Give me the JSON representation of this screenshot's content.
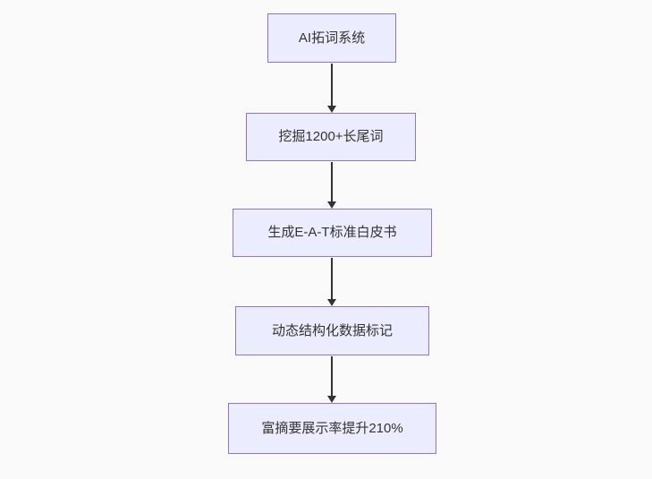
{
  "diagram": {
    "type": "flowchart",
    "direction": "top-down",
    "colors": {
      "background": "#fafafa",
      "node_fill": "#ECECFF",
      "node_border": "#9370DB",
      "node_text": "#333333",
      "arrow": "#333333"
    },
    "nodes": [
      {
        "id": "step-1",
        "label": "AI拓词系统"
      },
      {
        "id": "step-2",
        "label": "挖掘1200+长尾词"
      },
      {
        "id": "step-3",
        "label": "生成E-A-T标准白皮书"
      },
      {
        "id": "step-4",
        "label": "动态结构化数据标记"
      },
      {
        "id": "step-5",
        "label": "富摘要展示率提升210%"
      }
    ],
    "edges": [
      {
        "from": "step-1",
        "to": "step-2"
      },
      {
        "from": "step-2",
        "to": "step-3"
      },
      {
        "from": "step-3",
        "to": "step-4"
      },
      {
        "from": "step-4",
        "to": "step-5"
      }
    ]
  }
}
